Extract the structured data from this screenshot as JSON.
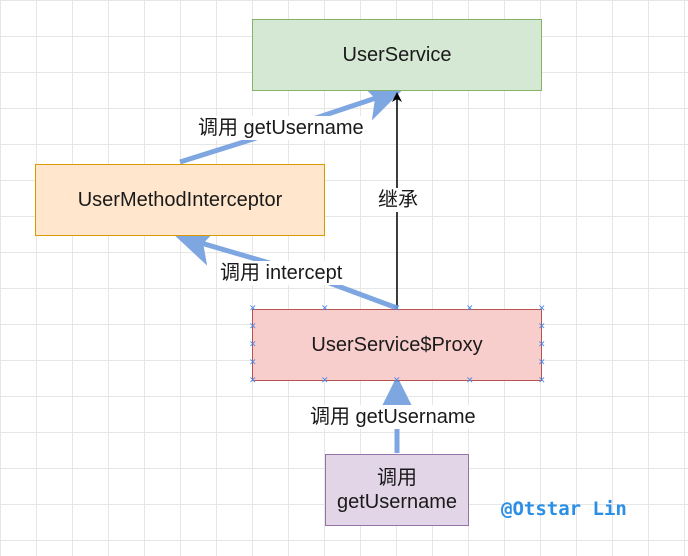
{
  "nodes": {
    "user_service": "UserService",
    "interceptor": "UserMethodInterceptor",
    "proxy": "UserService$Proxy",
    "caller_line1": "调用",
    "caller_line2": "getUsername"
  },
  "edges": {
    "call_get_username_top": "调用 getUsername",
    "inherit": "继承",
    "call_intercept": "调用 intercept",
    "call_get_username_bottom": "调用 getUsername"
  },
  "watermark": "@Otstar Lin",
  "colors": {
    "green_fill": "#d5e8d4",
    "orange_fill": "#ffe6cc",
    "red_fill": "#f8cecc",
    "purple_fill": "#e1d5e7",
    "call_arrow": "#7ea6e0",
    "inherit_arrow": "#000000"
  }
}
